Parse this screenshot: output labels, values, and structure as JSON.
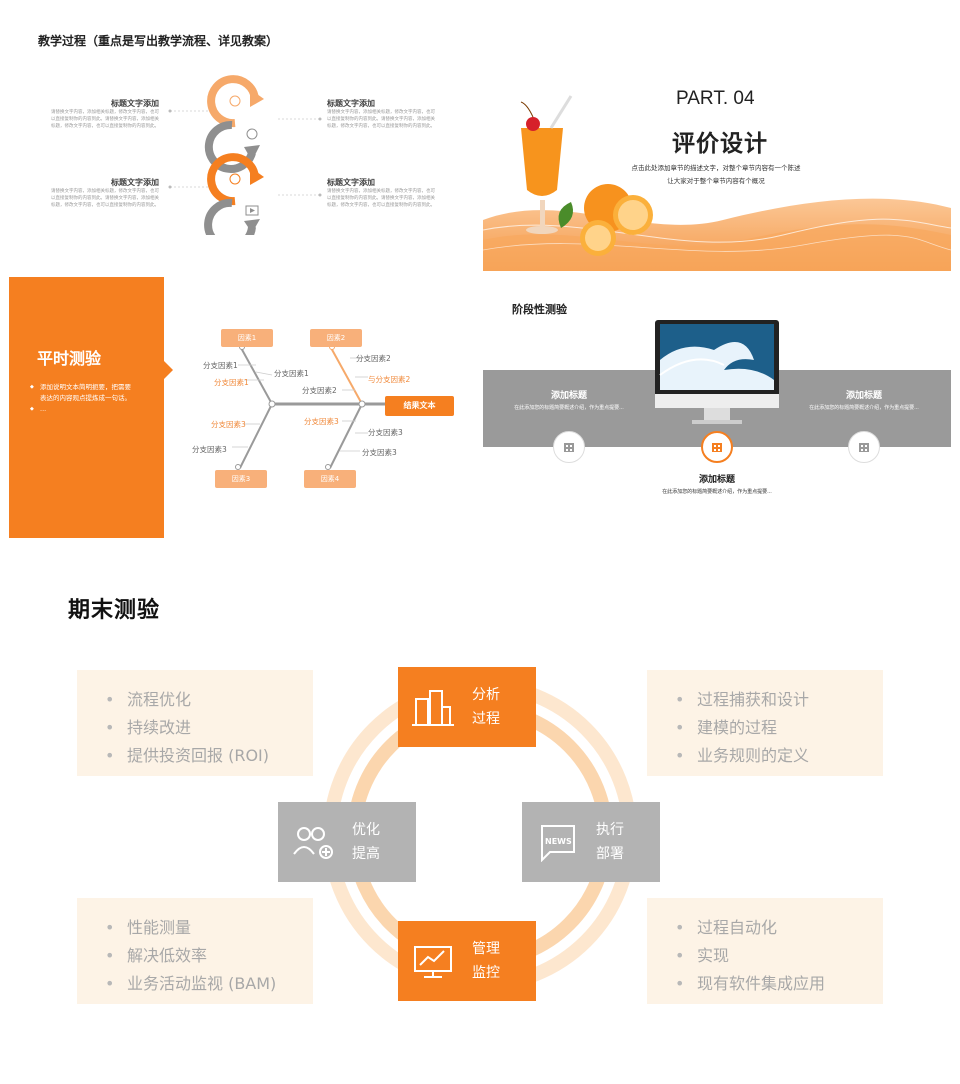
{
  "slide1": {
    "title": "教学过程（重点是写出教学流程、详见教案）",
    "items": [
      {
        "heading": "标题文字添加",
        "body": "请替换文字内容，添加相关标题，修改文字内容，也可以直接复制你的内容到此。请替换文字内容，添加相关标题，修改文字内容，也可以直接复制你的内容到此。"
      },
      {
        "heading": "标题文字添加",
        "body": "请替换文字内容，添加相关标题，修改文字内容，也可以直接复制你的内容到此。请替换文字内容，添加相关标题，修改文字内容，也可以直接复制你的内容到此。"
      },
      {
        "heading": "标题文字添加",
        "body": "请替换文字内容，添加相关标题，修改文字内容，也可以直接复制你的内容到此。请替换文字内容，添加相关标题，修改文字内容，也可以直接复制你的内容到此。"
      },
      {
        "heading": "标题文字添加",
        "body": "请替换文字内容，添加相关标题，修改文字内容，也可以直接复制你的内容到此。请替换文字内容，添加相关标题，修改文字内容，也可以直接复制你的内容到此。"
      }
    ]
  },
  "slide2": {
    "part": "PART. 04",
    "title": "评价设计",
    "desc_line1": "点击此处添加章节的描述文字，对整个章节内容有一个陈述",
    "desc_line2": "让大家对于整个章节内容有个概况"
  },
  "slide3": {
    "title": "平时测验",
    "bullets": [
      "添加说明文本简明扼要，把需要表达的内容观点提炼成一句话。",
      "..."
    ],
    "factors": [
      "因素1",
      "因素2",
      "因素3",
      "因素4"
    ],
    "sub1": "分支因素1",
    "sub2": "分支因素2",
    "sub3": "分支因素3",
    "sub_link2": "与分支因素2",
    "result": "结果文本"
  },
  "slide4": {
    "title": "阶段性测验",
    "left": {
      "heading": "添加标题",
      "desc": "在此添加您的标题简要概述介绍，作为重点提要..."
    },
    "right": {
      "heading": "添加标题",
      "desc": "在此添加您的标题简要概述介绍，作为重点提要..."
    },
    "bottom": {
      "heading": "添加标题",
      "desc": "在此添加您的标题简要概述介绍，作为重点提要..."
    }
  },
  "slide5": {
    "title": "期末测验",
    "top_left": [
      "流程优化",
      "持续改进",
      "提供投资回报 (ROI)"
    ],
    "top_right": [
      "过程捕获和设计",
      "建模的过程",
      "业务规则的定义"
    ],
    "bottom_left": [
      "性能测量",
      "解决低效率",
      "业务活动监视 (BAM)"
    ],
    "bottom_right": [
      "过程自动化",
      "实现",
      "现有软件集成应用"
    ],
    "box_top": [
      "分析",
      "过程"
    ],
    "box_left": [
      "优化",
      "提高"
    ],
    "box_right": [
      "执行",
      "部署"
    ],
    "box_bottom": [
      "管理",
      "监控"
    ],
    "news_label": "NEWS"
  },
  "colors": {
    "accent": "#f57f20",
    "gray": "#9a9a9a",
    "cream": "#fdf3e6"
  }
}
